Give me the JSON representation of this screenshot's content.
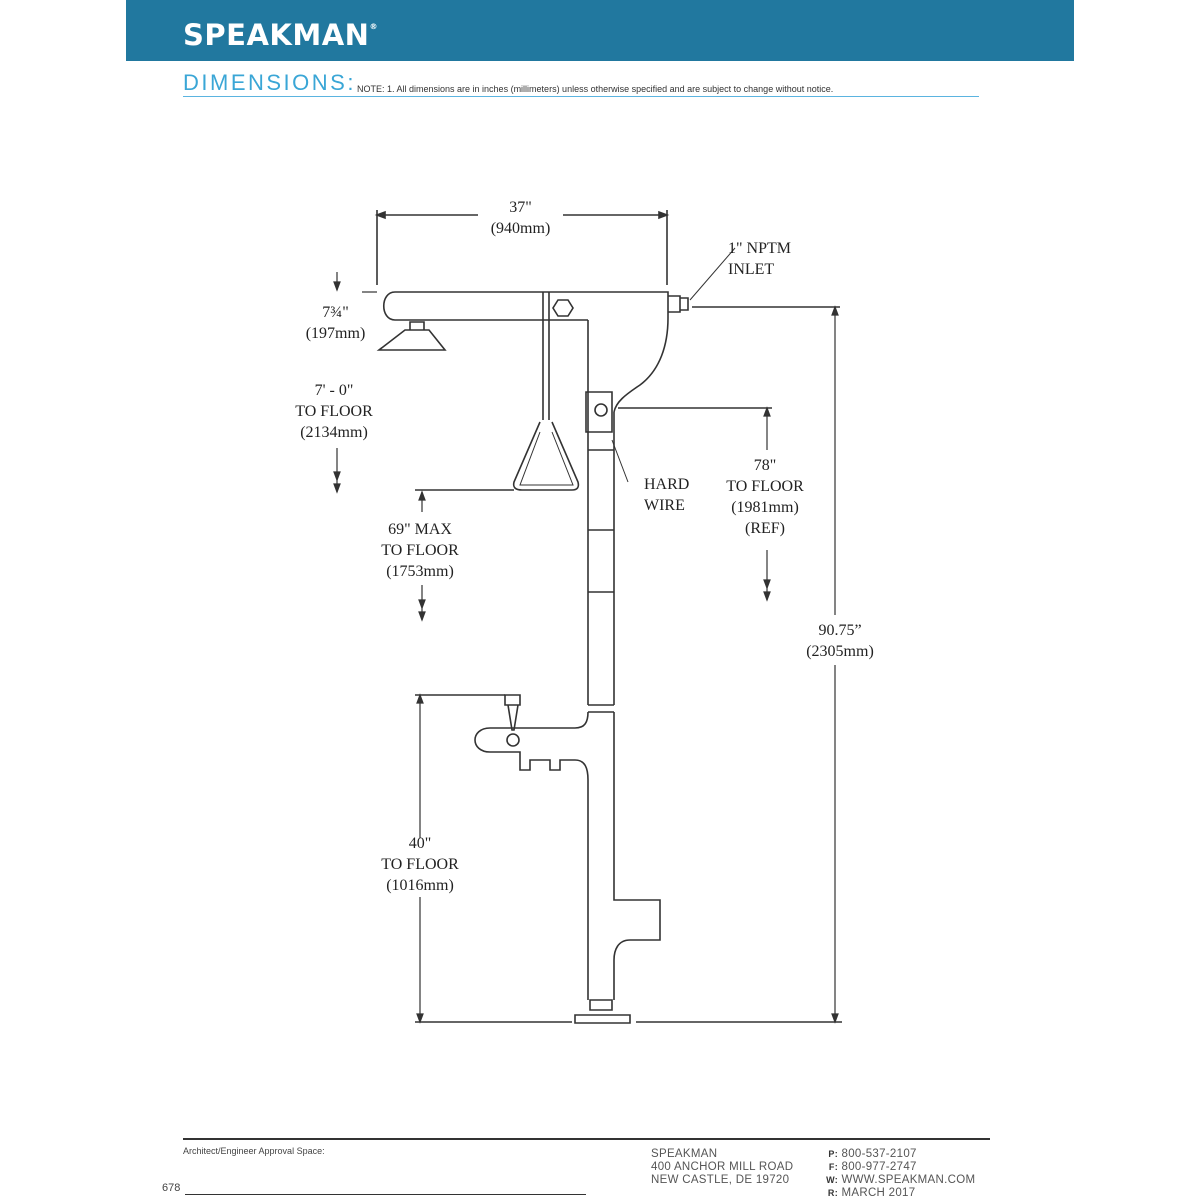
{
  "header": {
    "brand": "SPEAKMAN",
    "registered": "®",
    "brand_color": "#21789f"
  },
  "section": {
    "title": "DIMENSIONS:",
    "note": "NOTE: 1. All dimensions are in inches (millimeters) unless otherwise specified and are subject to change without notice.",
    "title_color": "#3aa6d6"
  },
  "drawing": {
    "width": "37\"\n(940mm)",
    "inlet": "1\" NPTM\nINLET",
    "head_depth": "7¾\"\n(197mm)",
    "shower_floor": "7' - 0\"\nTO FLOOR\n(2134mm)",
    "hard_wire": "HARD\nWIRE",
    "valve_floor": "78\"\nTO FLOOR\n(1981mm)\n(REF)",
    "handle_floor": "69\" MAX\nTO FLOOR\n(1753mm)",
    "overall": "90.75”\n(2305mm)",
    "eyewash_floor": "40\"\nTO FLOOR\n(1016mm)"
  },
  "footer": {
    "approval": "Architect/Engineer Approval Space:",
    "page": "678",
    "address": [
      "SPEAKMAN",
      "400 ANCHOR MILL ROAD",
      "NEW CASTLE, DE 19720"
    ],
    "contact": [
      {
        "key": "P:",
        "value": "800-537-2107"
      },
      {
        "key": "F:",
        "value": "800-977-2747"
      },
      {
        "key": "W:",
        "value": "WWW.SPEAKMAN.COM"
      },
      {
        "key": "R:",
        "value": "MARCH 2017"
      }
    ]
  }
}
